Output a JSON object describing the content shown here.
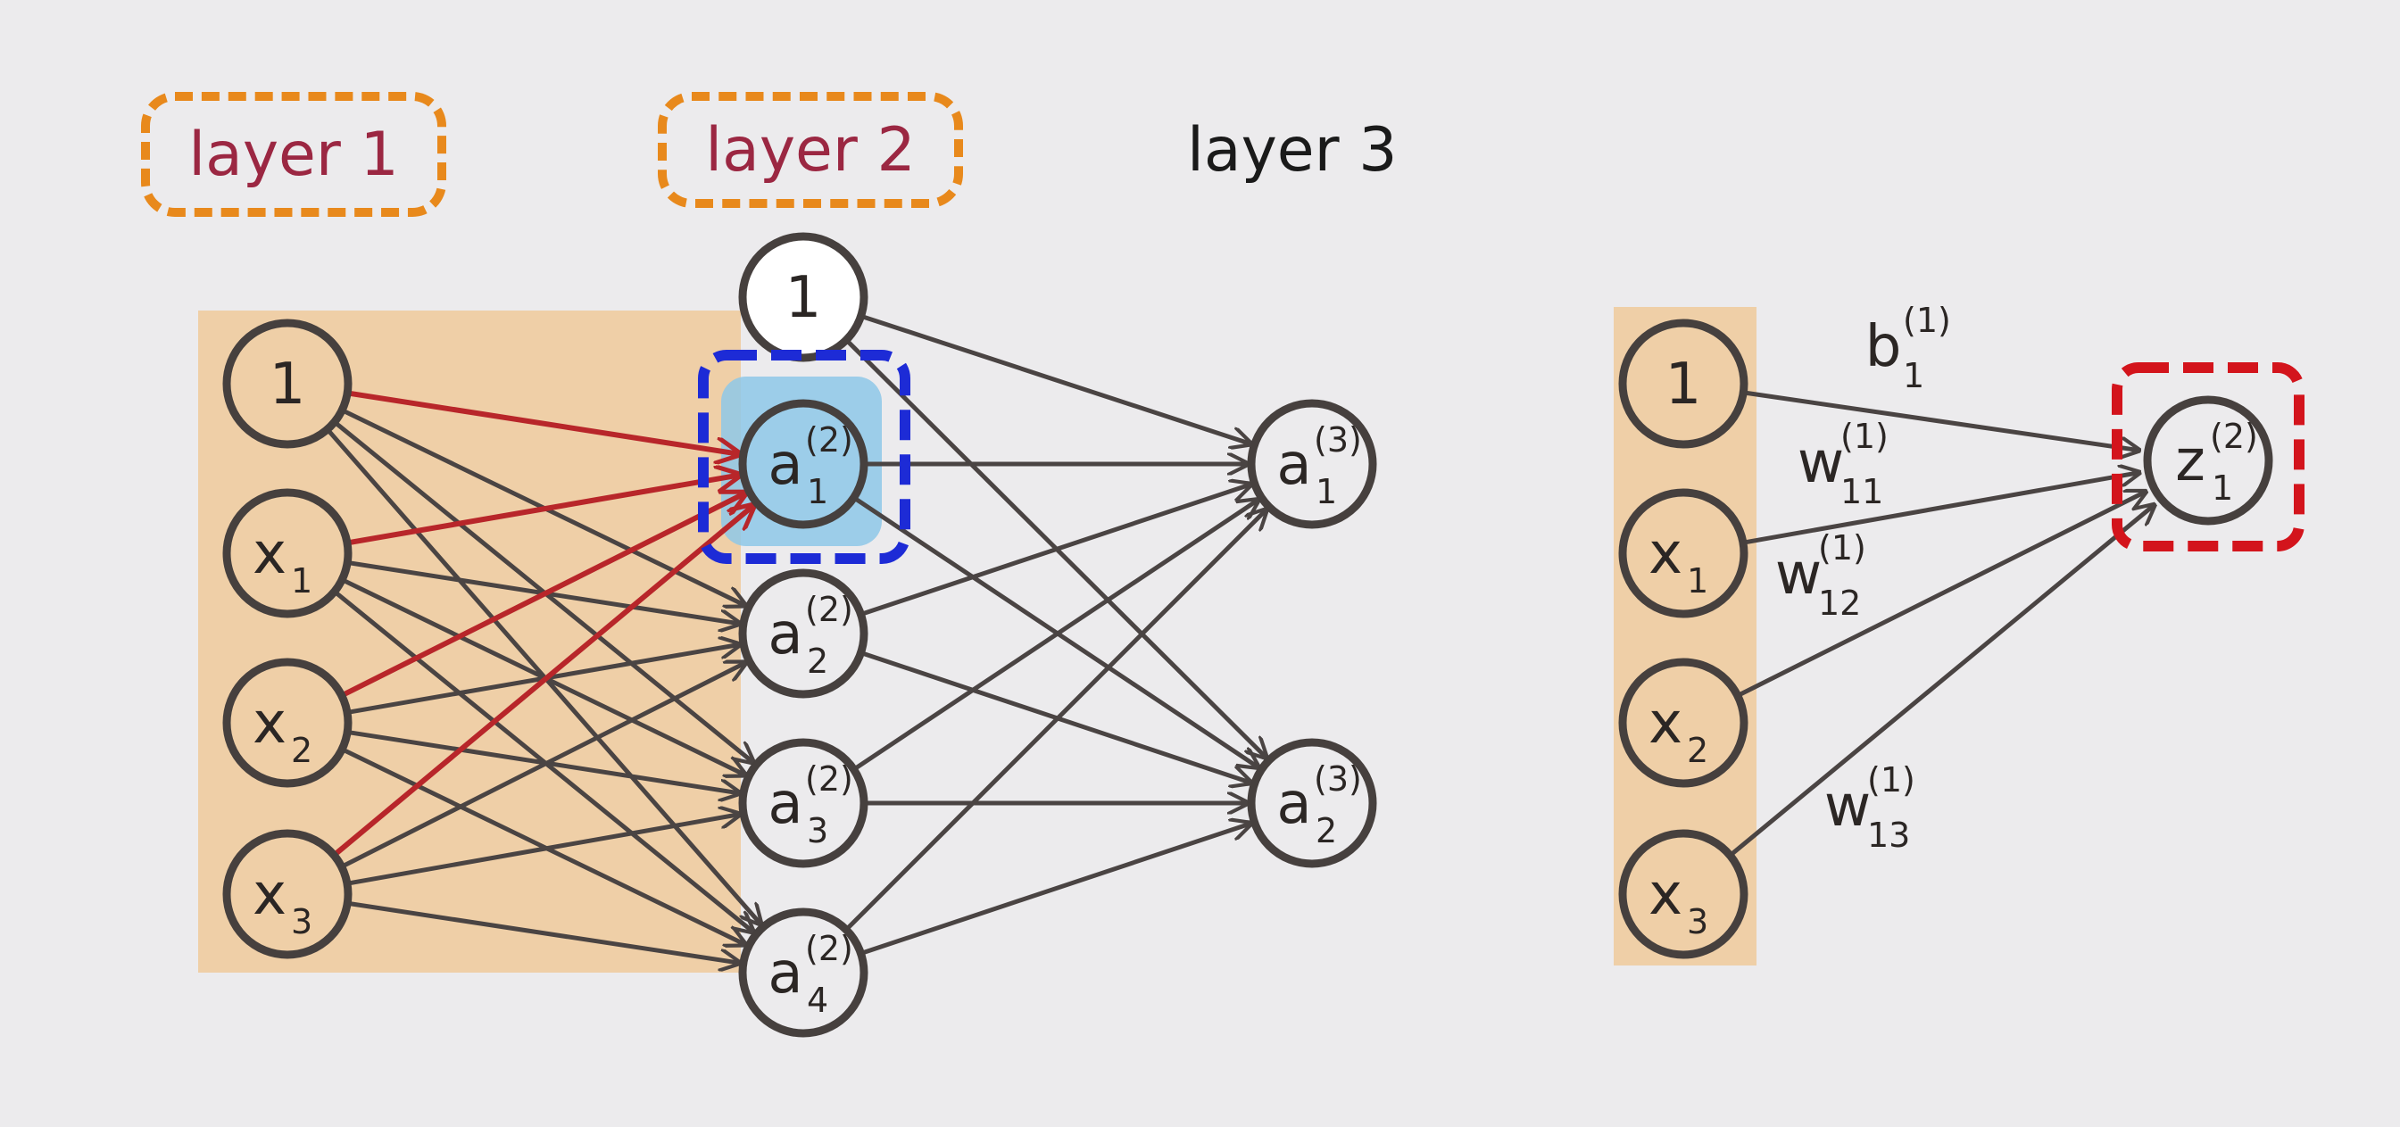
{
  "layers": [
    {
      "label": "layer 1",
      "color": "#9b2742",
      "boxed": true
    },
    {
      "label": "layer 2",
      "color": "#9b2742",
      "boxed": true
    },
    {
      "label": "layer 3",
      "color": "#1a1a1a",
      "boxed": false
    }
  ],
  "network": {
    "layer1": [
      {
        "main": "1",
        "sub": "",
        "sup": ""
      },
      {
        "main": "x",
        "sub": "1",
        "sup": ""
      },
      {
        "main": "x",
        "sub": "2",
        "sup": ""
      },
      {
        "main": "x",
        "sub": "3",
        "sup": ""
      }
    ],
    "layer2": [
      {
        "main": "1",
        "sub": "",
        "sup": ""
      },
      {
        "main": "a",
        "sub": "1",
        "sup": "(2)"
      },
      {
        "main": "a",
        "sub": "2",
        "sup": "(2)"
      },
      {
        "main": "a",
        "sub": "3",
        "sup": "(2)"
      },
      {
        "main": "a",
        "sub": "4",
        "sup": "(2)"
      }
    ],
    "layer3": [
      {
        "main": "a",
        "sub": "1",
        "sup": "(3)"
      },
      {
        "main": "a",
        "sub": "2",
        "sup": "(3)"
      }
    ]
  },
  "detail": {
    "inputs": [
      {
        "main": "1",
        "sub": ""
      },
      {
        "main": "x",
        "sub": "1"
      },
      {
        "main": "x",
        "sub": "2"
      },
      {
        "main": "x",
        "sub": "3"
      }
    ],
    "output": {
      "main": "z",
      "sub": "1",
      "sup": "(2)"
    },
    "weights": [
      {
        "main": "b",
        "sub": "1",
        "sup": "(1)"
      },
      {
        "main": "w",
        "sub": "11",
        "sup": "(1)"
      },
      {
        "main": "w",
        "sub": "12",
        "sup": "(1)"
      },
      {
        "main": "w",
        "sub": "13",
        "sup": "(1)"
      }
    ]
  },
  "colors": {
    "background": "#ecebed",
    "input_panel": "#efcfa7",
    "node_stroke": "#46403e",
    "edge": "#4a4443",
    "highlight_edge": "#b8262a",
    "layer_box": "#e8891c",
    "focus_box_blue": "#1d2bd6",
    "focus_fill_blue": "#8ec8e8",
    "focus_box_red": "#d3141c"
  }
}
